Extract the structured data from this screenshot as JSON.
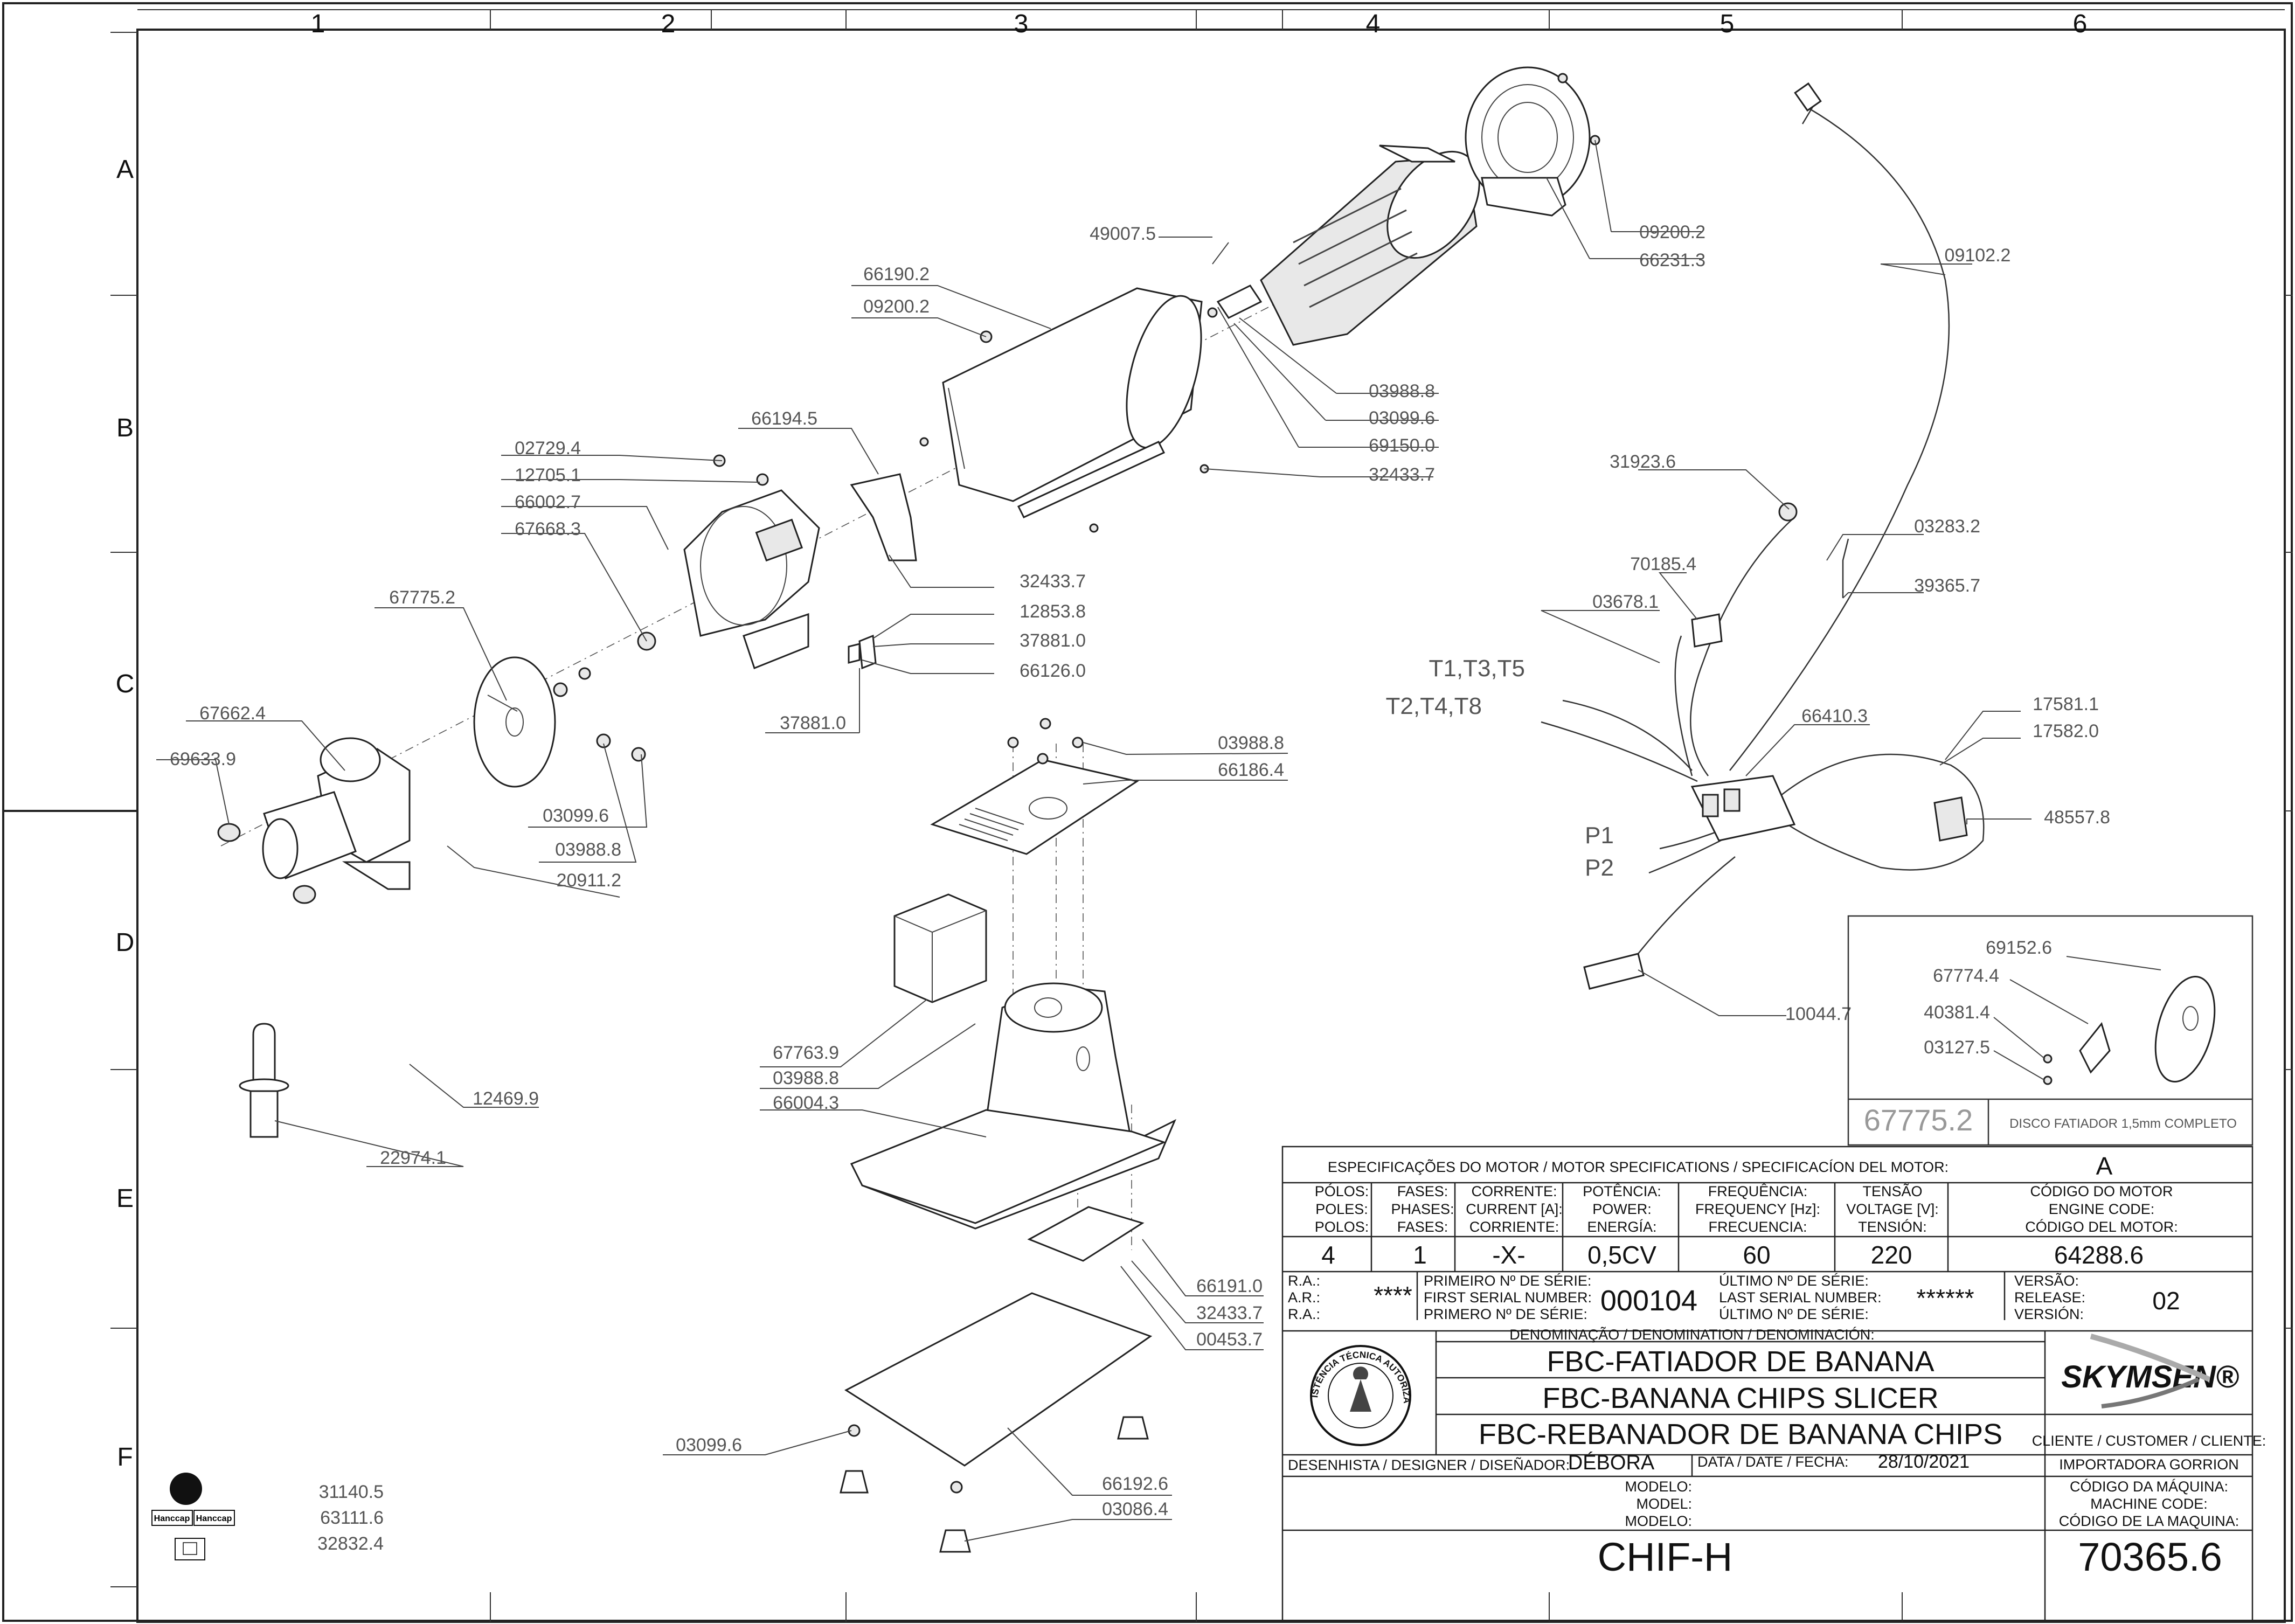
{
  "grid": {
    "columns": [
      "1",
      "2",
      "3",
      "4",
      "5",
      "6"
    ],
    "rows": [
      "A",
      "B",
      "C",
      "D",
      "E",
      "F"
    ]
  },
  "parts": [
    "49007.5",
    "66190.2",
    "09200.2",
    "66231.3",
    "09102.2",
    "09200.2",
    "03988.8",
    "03099.6",
    "69150.0",
    "32433.7",
    "66194.5",
    "02729.4",
    "12705.1",
    "66002.7",
    "67668.3",
    "67775.2",
    "32433.7",
    "12853.8",
    "37881.0",
    "66126.0",
    "37881.0",
    "67662.4",
    "69633.9",
    "03099.6",
    "03988.8",
    "20911.2",
    "03988.8",
    "66186.4",
    "67763.9",
    "03988.8",
    "66004.3",
    "12469.9",
    "22974.1",
    "66191.0",
    "32433.7",
    "00453.7",
    "03099.6",
    "66192.6",
    "03086.4",
    "31140.5",
    "63111.6",
    "32832.4",
    "31923.6",
    "03283.2",
    "39365.7",
    "70185.4",
    "03678.1",
    "66410.3",
    "17581.1",
    "17582.0",
    "48557.8",
    "10044.7"
  ],
  "wire_labels": [
    "T1,T3,T5",
    "T2,T4,T8",
    "P1",
    "P2"
  ],
  "detail": {
    "parts": [
      "69152.6",
      "67774.4",
      "40381.4",
      "03127.5"
    ],
    "code": "67775.2",
    "description": "DISCO  FATIADOR  1,5mm  COMPLETO"
  },
  "logo_text": [
    "Hanccap",
    "Hanccap"
  ],
  "title_block": {
    "motor_spec_header": "ESPECIFICAÇÕES DO MOTOR / MOTOR SPECIFICATIONS / SPECIFICACÍON DEL MOTOR:",
    "motor_spec_value": "A",
    "poles_label": [
      "PÓLOS:",
      "POLES:",
      "POLOS:"
    ],
    "phases_label": [
      "FASES:",
      "PHASES:",
      "FASES:"
    ],
    "current_label": [
      "CORRENTE:",
      "CURRENT [A]:",
      "CORRIENTE:"
    ],
    "power_label": [
      "POTÊNCIA:",
      "POWER:",
      "ENERGÍA:"
    ],
    "frequency_label": [
      "FREQUÊNCIA:",
      "FREQUENCY [Hz]:",
      "FRECUENCIA:"
    ],
    "voltage_label": [
      "TENSÃO",
      "VOLTAGE [V]:",
      "TENSIÓN:"
    ],
    "engine_code_label": [
      "CÓDIGO DO MOTOR",
      "ENGINE CODE:",
      "CÓDIGO DEL MOTOR:"
    ],
    "poles": "4",
    "phases": "1",
    "current": "-X-",
    "power": "0,5CV",
    "frequency": "60",
    "voltage": "220",
    "engine_code": "64288.6",
    "ra_label": [
      "R.A.:",
      "A.R.:",
      "R.A.:"
    ],
    "ra_value": "****",
    "first_serial_label": [
      "PRIMEIRO Nº DE SÉRIE:",
      "FIRST SERIAL NUMBER:",
      "PRIMERO Nº DE SÉRIE:"
    ],
    "first_serial": "000104",
    "last_serial_label": [
      "ÚLTIMO Nº DE SÉRIE:",
      "LAST SERIAL NUMBER:",
      "ÚLTIMO Nº DE SÉRIE:"
    ],
    "last_serial": "******",
    "version_label": [
      "VERSÃO:",
      "RELEASE:",
      "VERSIÓN:"
    ],
    "version": "02",
    "denomination_header": "DENOMINAÇÃO / DENOMINATION / DENOMINACIÓN:",
    "names": [
      "FBC-FATIADOR DE BANANA",
      "FBC-BANANA CHIPS SLICER",
      "FBC-REBANADOR DE BANANA CHIPS"
    ],
    "brand": "SKYMSEN®",
    "seal_text": "ASSISTÊNCIA TÉCNICA AUTORIZADA",
    "customer_label": "CLIENTE / CUSTOMER / CLIENTE:",
    "customer": "IMPORTADORA GORRION",
    "designer_label": "DESENHISTA / DESIGNER / DISEÑADOR:",
    "designer": "DÉBORA",
    "date_label": "DATA / DATE / FECHA:",
    "date": "28/10/2021",
    "model_label": [
      "MODELO:",
      "MODEL:",
      "MODELO:"
    ],
    "machine_code_label": [
      "CÓDIGO DA MÁQUINA:",
      "MACHINE CODE:",
      "CÓDIGO DE LA MAQUINA:"
    ],
    "model": "CHIF-H",
    "machine_code": "70365.6"
  }
}
